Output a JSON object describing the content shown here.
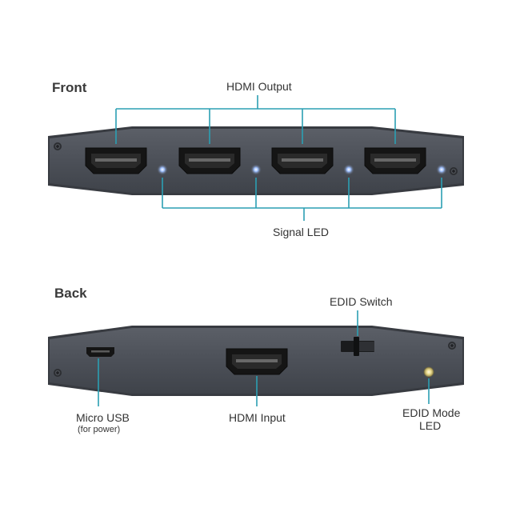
{
  "front": {
    "heading": "Front",
    "hdmi_output_label": "HDMI Output",
    "signal_led_label": "Signal LED",
    "ports": [
      "hdmi-out-1",
      "hdmi-out-2",
      "hdmi-out-3",
      "hdmi-out-4"
    ]
  },
  "back": {
    "heading": "Back",
    "edid_switch_label": "EDID Switch",
    "micro_usb_label": "Micro USB",
    "micro_usb_sub": "(for power)",
    "hdmi_input_label": "HDMI Input",
    "edid_mode_label_1": "EDID Mode",
    "edid_mode_label_2": "LED"
  },
  "colors": {
    "callout": "#2b9fb3",
    "device_body": "#4e525a",
    "device_edge": "#383b41",
    "port": "#161616",
    "led_blue": "#7aa8ff",
    "led_yellow": "#f3e7a0"
  }
}
